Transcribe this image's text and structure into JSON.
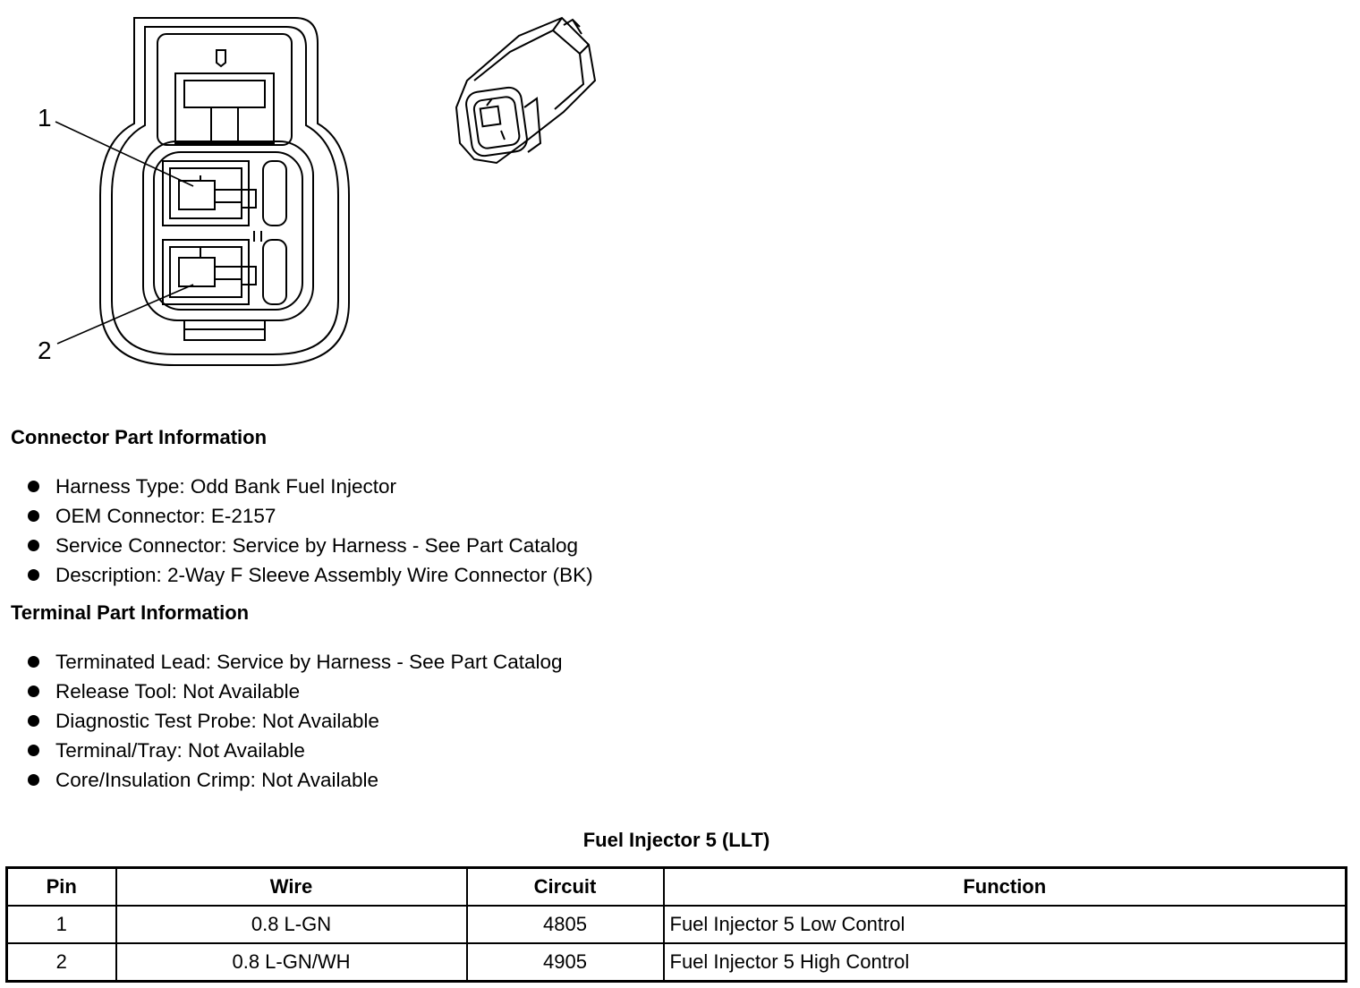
{
  "connector_figure": {
    "pin_callouts": [
      "1",
      "2"
    ]
  },
  "connector_part_info": {
    "heading": "Connector Part Information",
    "items": [
      "Harness Type: Odd Bank Fuel Injector",
      "OEM Connector: E-2157",
      "Service Connector: Service by Harness - See Part Catalog",
      "Description: 2-Way F Sleeve Assembly Wire Connector (BK)"
    ]
  },
  "terminal_part_info": {
    "heading": "Terminal Part Information",
    "items": [
      "Terminated Lead: Service by Harness - See Part Catalog",
      "Release Tool: Not Available",
      "Diagnostic Test Probe: Not Available",
      "Terminal/Tray: Not Available",
      "Core/Insulation Crimp: Not Available"
    ]
  },
  "pin_table": {
    "title": "Fuel Injector 5 (LLT)",
    "headers": [
      "Pin",
      "Wire",
      "Circuit",
      "Function"
    ],
    "rows": [
      [
        "1",
        "0.8 L-GN",
        "4805",
        "Fuel Injector 5 Low Control"
      ],
      [
        "2",
        "0.8 L-GN/WH",
        "4905",
        "Fuel Injector 5 High Control"
      ]
    ]
  }
}
